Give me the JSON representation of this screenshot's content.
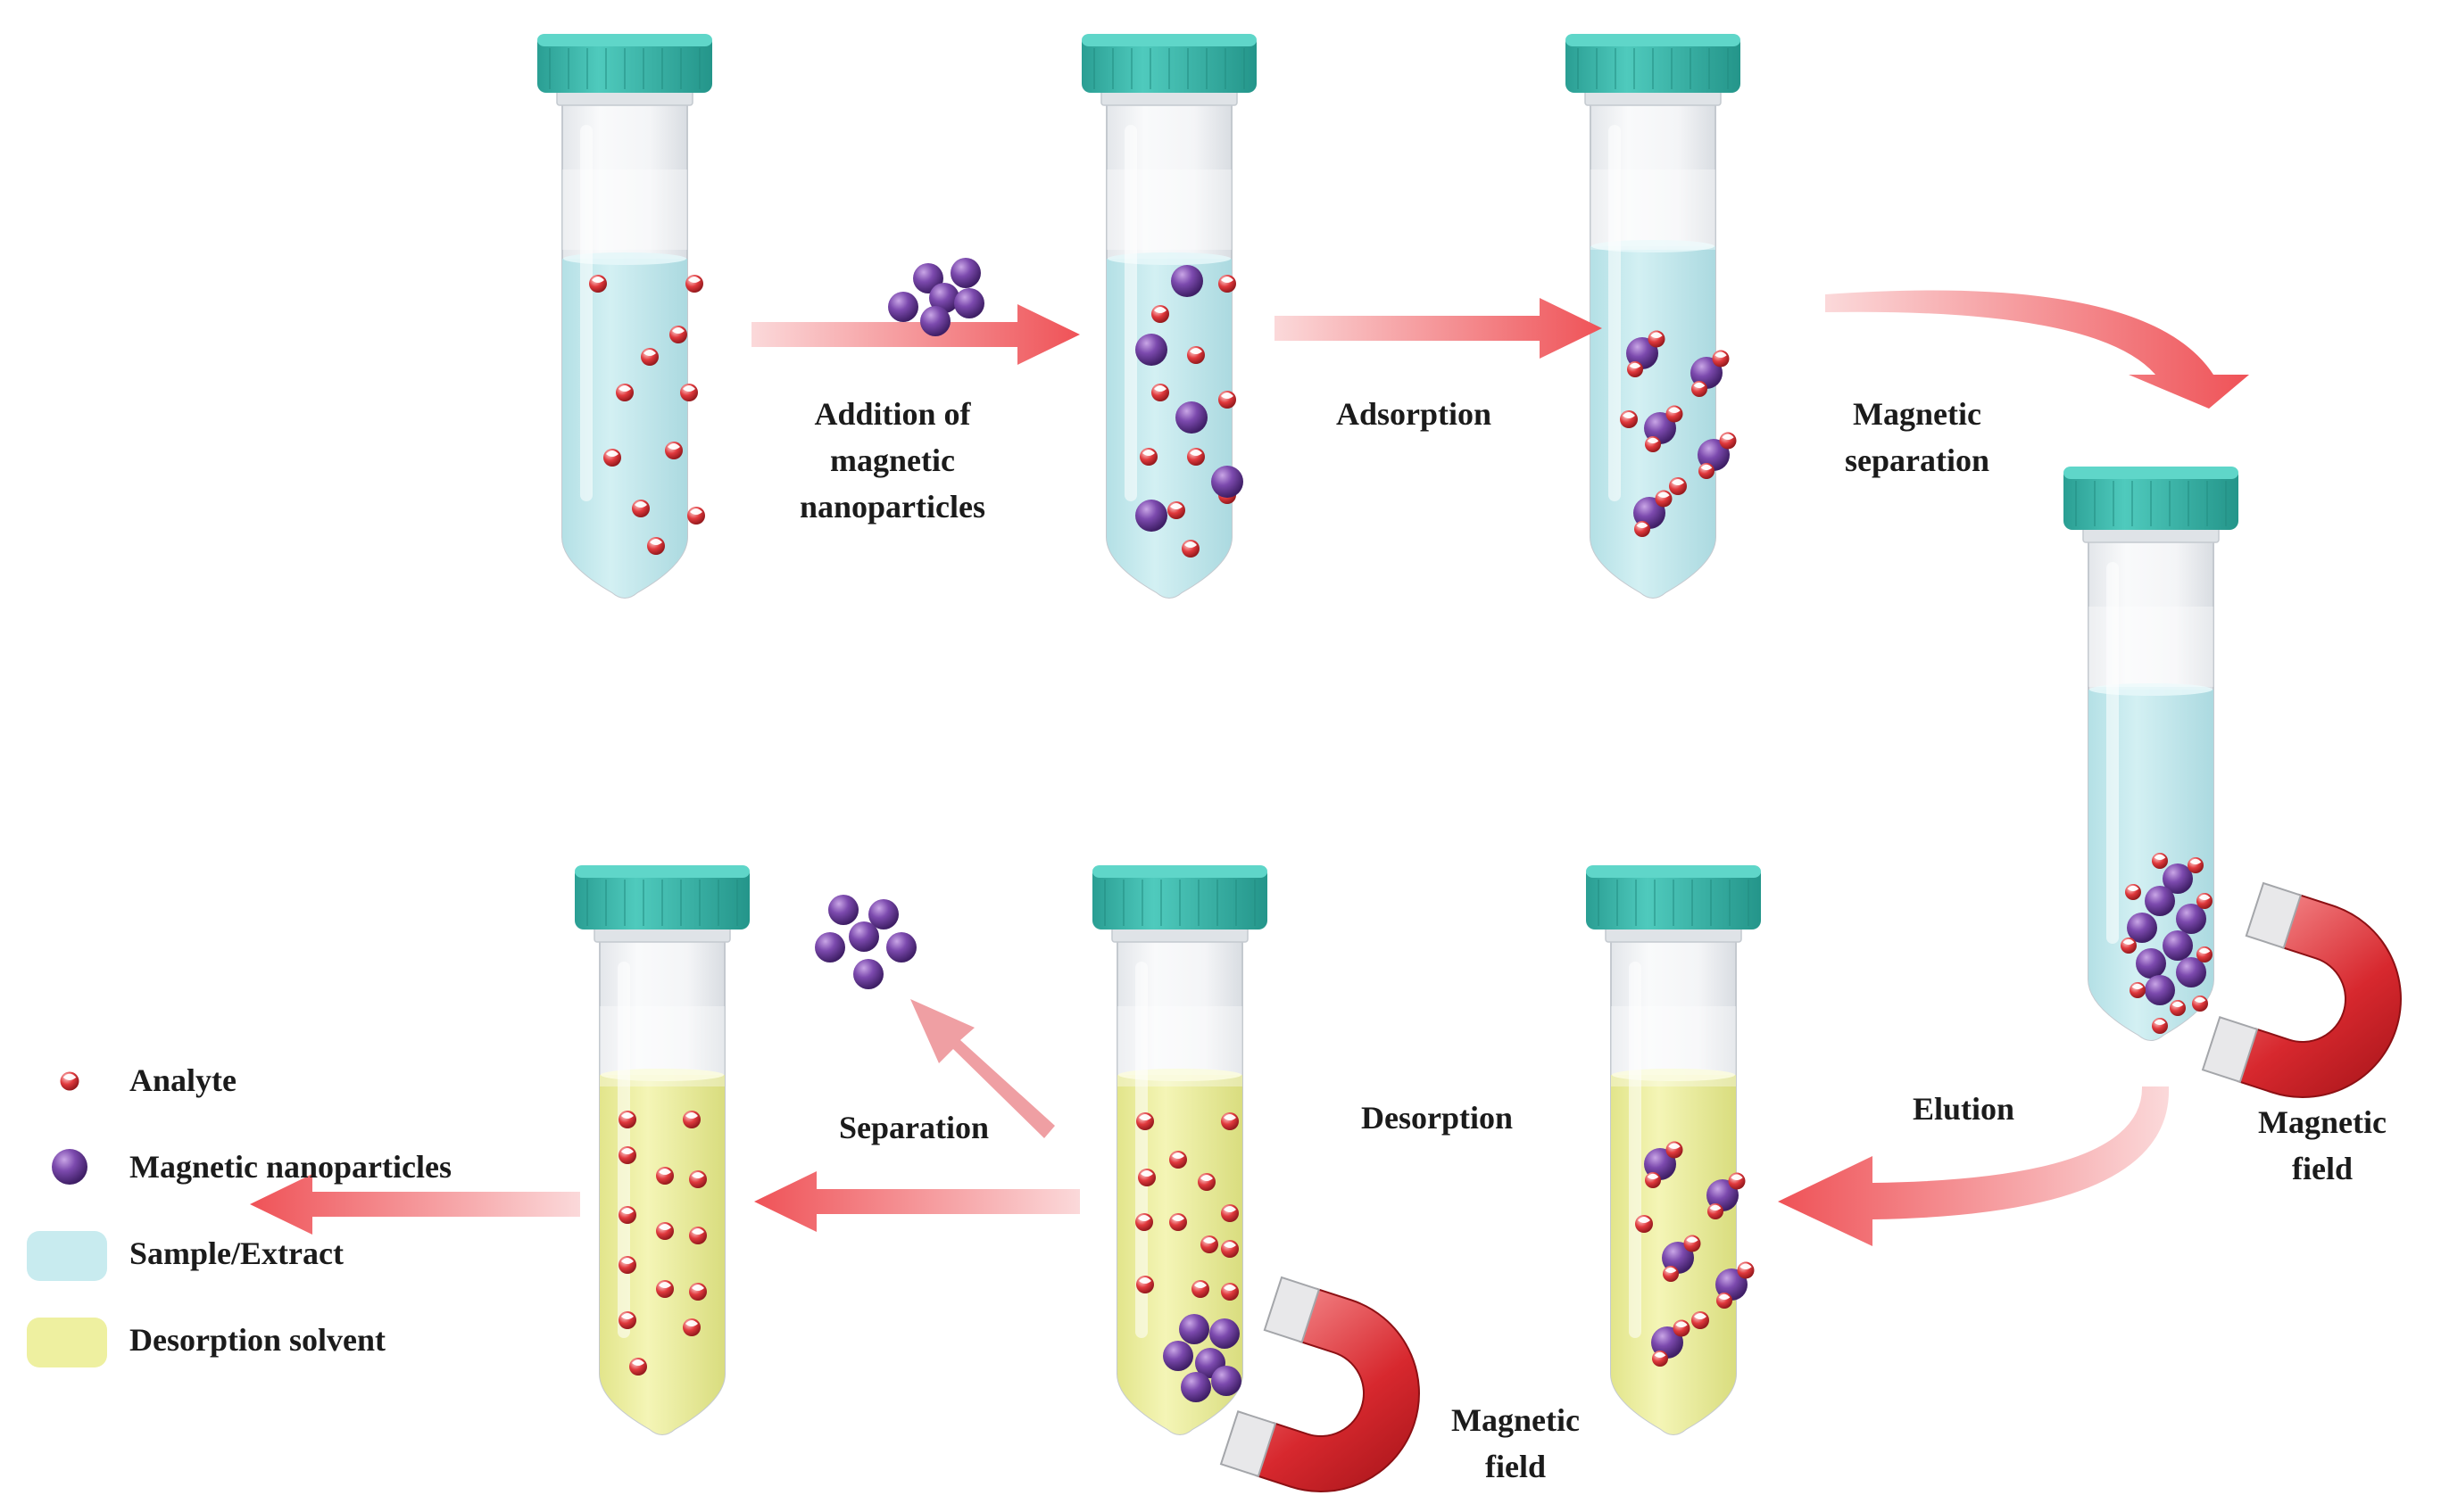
{
  "steps": {
    "addition": [
      "Addition of",
      "magnetic",
      "nanoparticles"
    ],
    "adsorption": "Adsorption",
    "magnetic_separation": [
      "Magnetic",
      "separation"
    ],
    "elution": "Elution",
    "desorption": "Desorption",
    "separation": "Separation"
  },
  "magnet_labels": {
    "right": [
      "Magnetic",
      "field"
    ],
    "bottom": [
      "Magnetic",
      "field"
    ]
  },
  "legend": {
    "analyte": "Analyte",
    "nanoparticles": "Magnetic nanoparticles",
    "sample": "Sample/Extract",
    "desorption_solvent": "Desorption solvent"
  },
  "colors": {
    "cap": "#2fb3a6",
    "sample": "#c8ebef",
    "desorption_solvent": "#eef0a0",
    "analyte": "#d9353a",
    "nanoparticle": "#6b3f98",
    "arrow": "#ef5a5e",
    "magnet": "#d9343a"
  }
}
